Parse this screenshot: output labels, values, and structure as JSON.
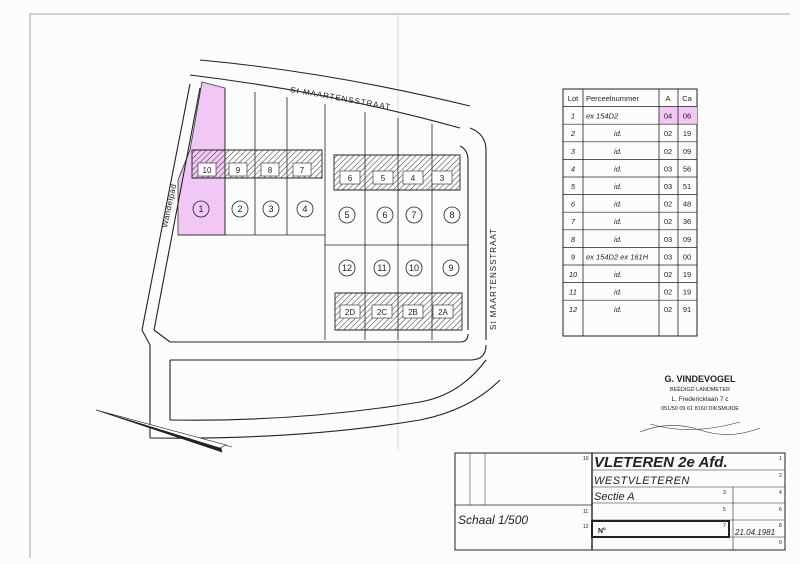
{
  "streets": {
    "north": "St MAARTENSSTRAAT",
    "east": "St MAARTENSSTRAAT",
    "west": "Wandelpad"
  },
  "lots_north": [
    "1",
    "2",
    "3",
    "4",
    "5",
    "6",
    "7",
    "8"
  ],
  "lots_south": [
    "12",
    "11",
    "10",
    "9"
  ],
  "houses_north_left": [
    "10",
    "9",
    "8",
    "7"
  ],
  "houses_north_right": [
    "6",
    "5",
    "4",
    "3"
  ],
  "houses_south": [
    "2D",
    "2C",
    "2B",
    "2A"
  ],
  "highlighted_lot": "1",
  "highlight_color": "#f1c7f3",
  "parcel_table": {
    "headers": [
      "Lot",
      "Perceelnummer",
      "A",
      "Ca"
    ],
    "rows": [
      [
        "1",
        "ex 154D2",
        "04",
        "06"
      ],
      [
        "2",
        "id.",
        "02",
        "19"
      ],
      [
        "3",
        "id.",
        "02",
        "09"
      ],
      [
        "4",
        "id.",
        "03",
        "56"
      ],
      [
        "5",
        "id.",
        "03",
        "51"
      ],
      [
        "6",
        "id.",
        "02",
        "48"
      ],
      [
        "7",
        "id.",
        "02",
        "36"
      ],
      [
        "8",
        "id.",
        "03",
        "09"
      ],
      [
        "9",
        "ex 154D2 ex 161H",
        "03",
        "00"
      ],
      [
        "10",
        "id.",
        "02",
        "19"
      ],
      [
        "11",
        "id.",
        "02",
        "19"
      ],
      [
        "12",
        "id.",
        "02",
        "91"
      ]
    ]
  },
  "surveyor": {
    "name": "G. VINDEVOGEL",
    "title": "BEËDIGD LANDMETER",
    "address": "L. Fredericklaan 7 c",
    "phone_city": "051/50 09 61   8160  DIKSMUIDE"
  },
  "title_block": {
    "place": "VLETEREN  2e Afd.",
    "subplace": "WESTVLETEREN",
    "section": "Sectie  A",
    "scale": "Schaal  1/500",
    "number_label": "N°",
    "date": "21.04.1981",
    "cell_numbers": [
      "10",
      "1",
      "2",
      "3",
      "4",
      "5",
      "6",
      "11",
      "12",
      "7",
      "8",
      "9"
    ]
  },
  "colors": {
    "ink": "#222222",
    "highlight": "#f1c7f3"
  }
}
